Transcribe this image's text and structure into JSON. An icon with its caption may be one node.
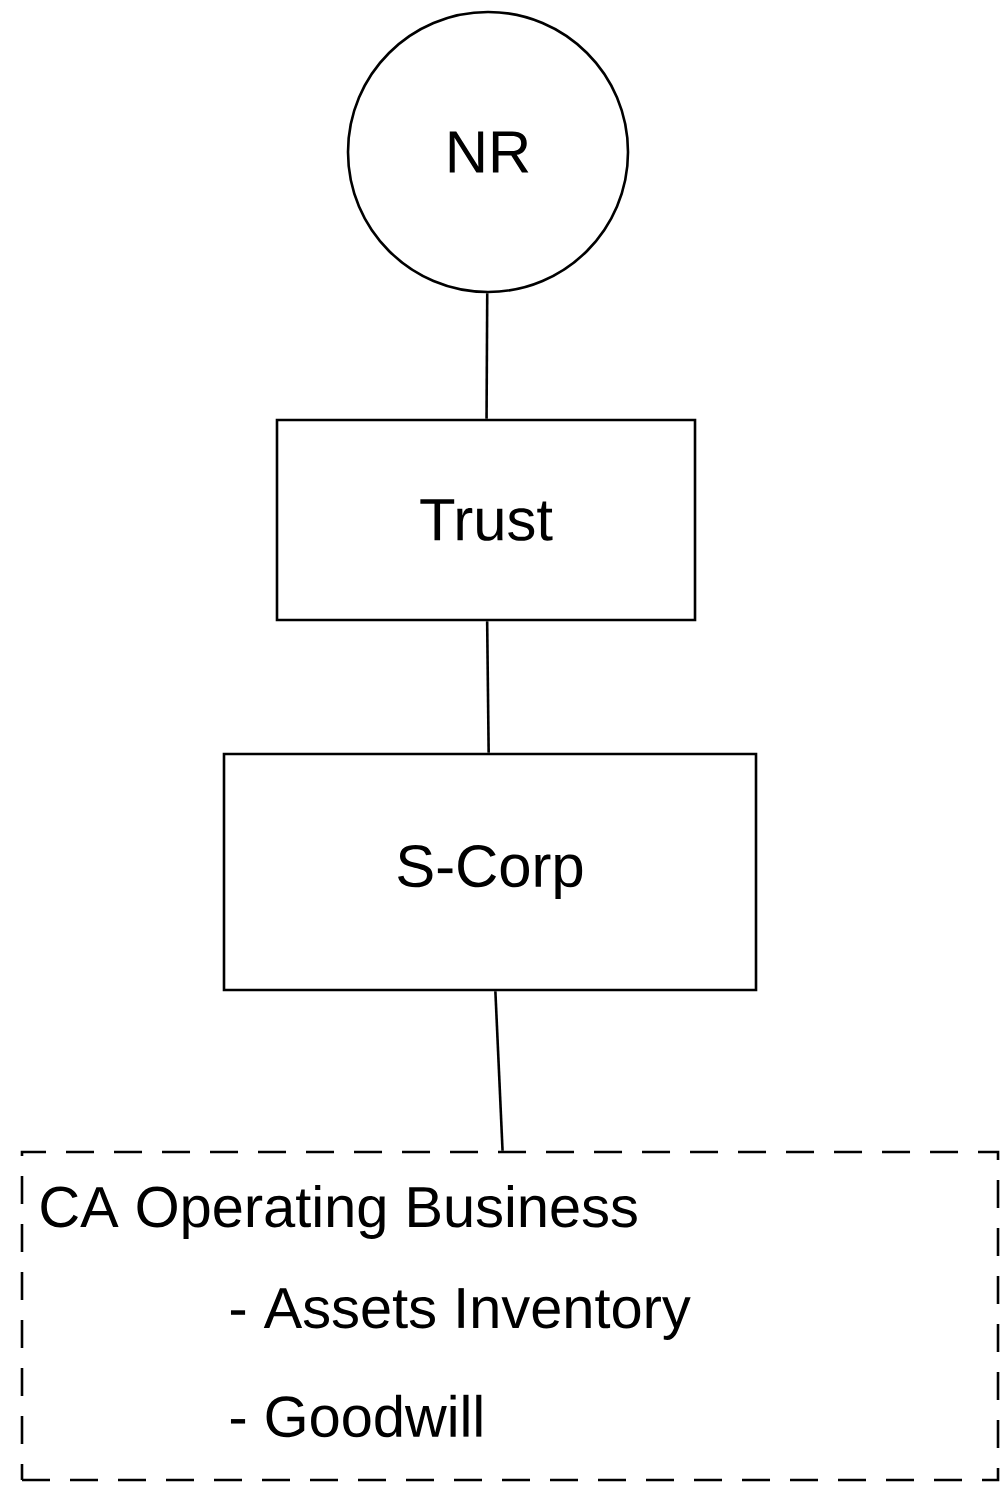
{
  "diagram": {
    "nodes": [
      {
        "text": [
          "NR"
        ]
      },
      {
        "text": [
          "Trust"
        ]
      },
      {
        "text": [
          "S-Corp"
        ]
      },
      {
        "text": [
          "CA Operating Business",
          "- Assets Inventory",
          "- Goodwill"
        ]
      }
    ],
    "edges": [
      {
        "from": 0,
        "to": 1,
        "arrow": "none"
      },
      {
        "from": 1,
        "to": 2,
        "arrow": "none"
      },
      {
        "from": 2,
        "to": 3,
        "arrow": "none"
      }
    ]
  }
}
